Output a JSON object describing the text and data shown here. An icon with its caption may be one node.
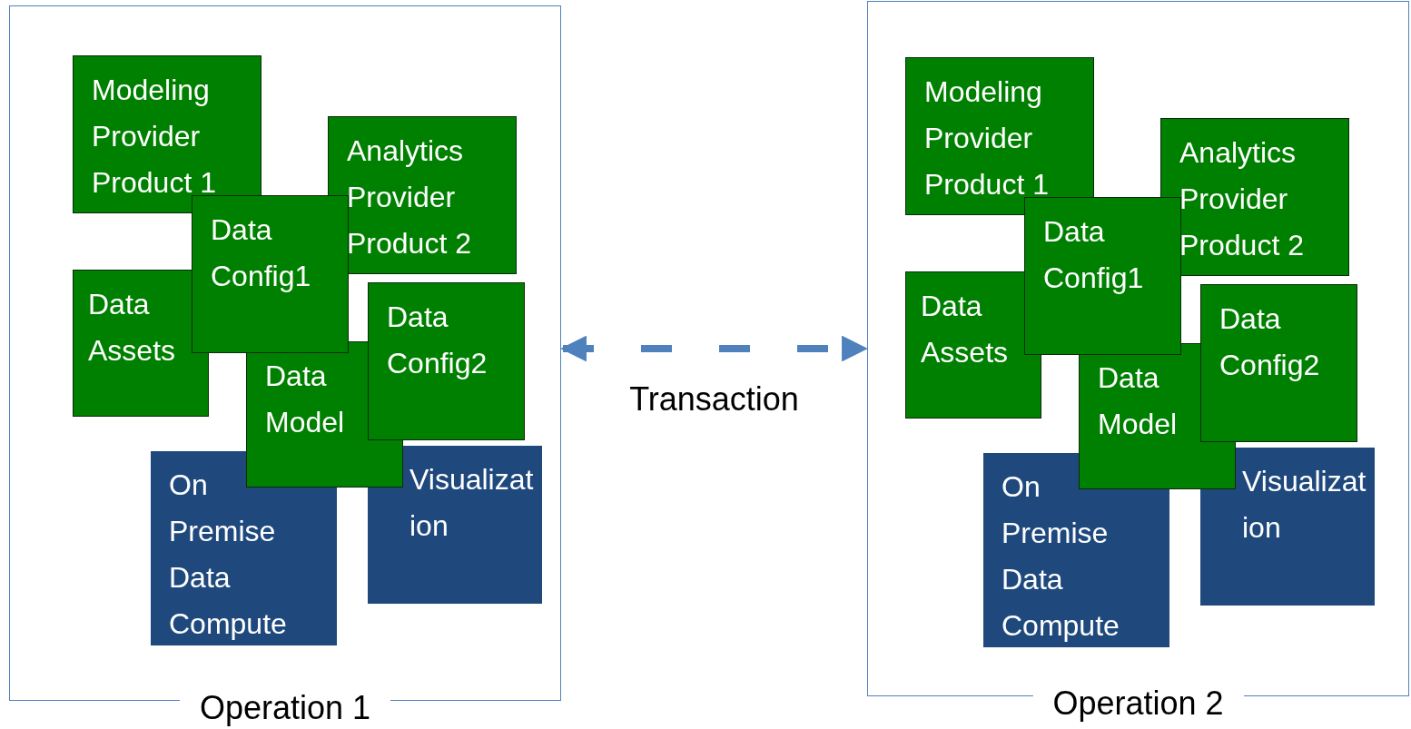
{
  "diagram": {
    "nodes": [
      {
        "text": [
          "Operation 1"
        ]
      },
      {
        "text": [
          "Modeling Provider Product 1"
        ],
        "in": 0
      },
      {
        "text": [
          "Analytics Provider Product 2"
        ],
        "in": 0
      },
      {
        "text": [
          "Data Assets"
        ],
        "in": 0
      },
      {
        "text": [
          "Data Config1"
        ],
        "in": 0
      },
      {
        "text": [
          "Data Config2"
        ],
        "in": 0
      },
      {
        "text": [
          "Data Model"
        ],
        "in": 0
      },
      {
        "text": [
          "On Premise Data Compute"
        ],
        "in": 0
      },
      {
        "text": [
          "Visualization"
        ],
        "in": 0
      },
      {
        "text": [
          "Operation 2"
        ]
      },
      {
        "text": [
          "Modeling Provider Product 1"
        ],
        "in": 9
      },
      {
        "text": [
          "Analytics Provider Product 2"
        ],
        "in": 9
      },
      {
        "text": [
          "Data Assets"
        ],
        "in": 9
      },
      {
        "text": [
          "Data Config1"
        ],
        "in": 9
      },
      {
        "text": [
          "Data Config2"
        ],
        "in": 9
      },
      {
        "text": [
          "Data Model"
        ],
        "in": 9
      },
      {
        "text": [
          "On Premise Data Compute"
        ],
        "in": 9
      },
      {
        "text": [
          "Visualization"
        ],
        "in": 9
      }
    ],
    "edges": [
      {
        "from": 0,
        "to": 9,
        "arrow": "both",
        "label": "Transaction",
        "style": "dashed"
      }
    ]
  }
}
